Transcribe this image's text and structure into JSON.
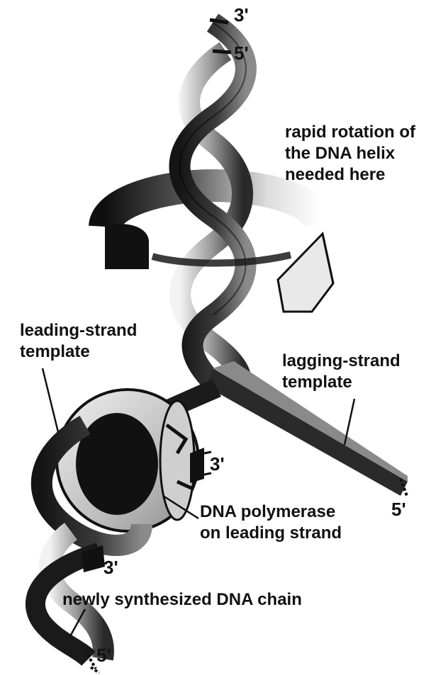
{
  "colors": {
    "ink": "#111111",
    "ribbon_dark": "#1a1a1a",
    "ribbon_mid": "#6d6d6d",
    "ribbon_light": "#e6e6e6",
    "clamp_face": "#d9d9d9"
  },
  "labels": {
    "rotation_note": [
      "rapid rotation of",
      "the DNA helix",
      "needed here"
    ],
    "leading_template": [
      "leading-strand",
      "template"
    ],
    "lagging_template": [
      "lagging-strand",
      "template"
    ],
    "polymerase": [
      "DNA polymerase",
      "on leading strand"
    ],
    "new_chain": "newly synthesized DNA chain"
  },
  "strand_ends": {
    "top_3": "3'",
    "top_5": "5'",
    "clamp_3": "3'",
    "lagging_5": "5'",
    "lower_3": "3'",
    "bottom_5": "5'"
  }
}
